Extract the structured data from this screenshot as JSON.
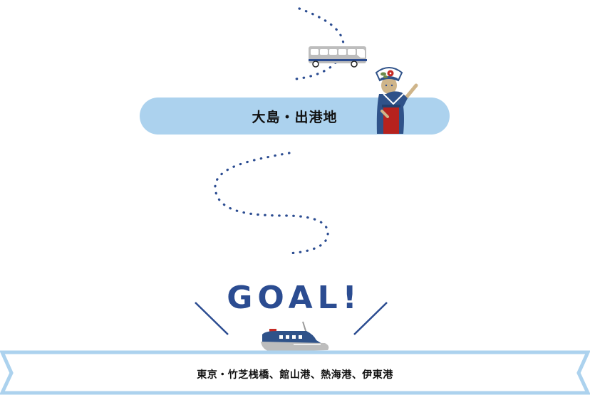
{
  "route": {
    "origin_label": "大島・出港地",
    "goal_label": "GOAL!",
    "destinations_label": "東京・竹芝桟橋、館山港、熱海港、伊東港"
  },
  "icons": {
    "bus": "bus-icon",
    "guide": "island-guide-character-icon",
    "boat": "jetfoil-boat-icon"
  },
  "colors": {
    "path_blue": "#2b4c91",
    "pill_light_blue": "#acd2ee",
    "bus_gray": "#bdbdbd",
    "kimono_blue": "#2f5289",
    "apron_red": "#b6221e",
    "skin": "#cfb58a"
  }
}
